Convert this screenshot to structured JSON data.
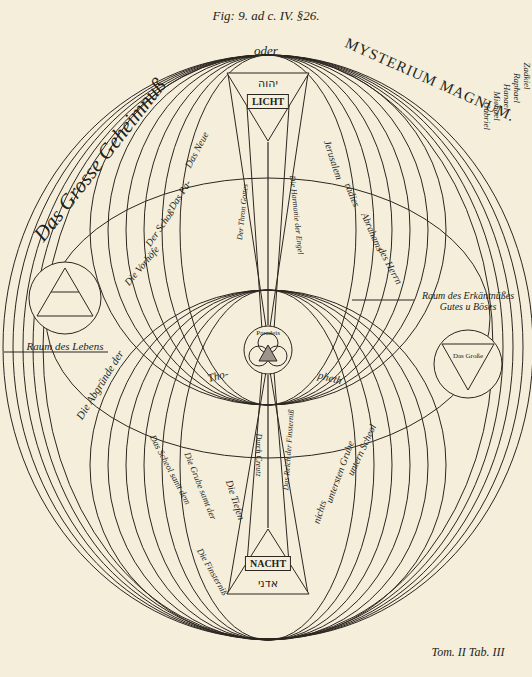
{
  "diagram": {
    "title": "Fig: 9. ad c. IV. §26.",
    "caption": "Tom. II Tab. III",
    "nodes": [
      {
        "text": [
          "יהוה",
          "LICHT"
        ]
      },
      {
        "text": [
          "Paradeis"
        ]
      },
      {
        "text": [
          "NACHT",
          "אדני"
        ]
      },
      {
        "text": [
          "Raum des Lebens"
        ]
      },
      {
        "text": [
          "Raum des Erkäntnüßes Gutes u Böses",
          "Das Große"
        ]
      }
    ],
    "edges": [
      {
        "from": 0,
        "to": 1,
        "arrow": "none"
      },
      {
        "from": 2,
        "to": 1,
        "arrow": "none"
      }
    ],
    "labels": [
      "Das Grosse Geheimnuß",
      "oder",
      "MYSTERIUM MAGNUM.",
      "Das Neue",
      "Jerusalem",
      "Das Pa-",
      "radies",
      "Der Schoß",
      "Abrahams",
      "Die Vorhöfe",
      "des Herrn",
      "Die Abgründe der",
      "Tho-",
      "pheth",
      "Das Scheol samt dem",
      "untern Scheol",
      "Die Grube samt der",
      "untersten Grube",
      "Die Tiefen",
      "nichts",
      "Die Finsterniß",
      "Der Thron Gottes",
      "Die Harmonie der Engel",
      "Durch Creutz",
      "Das Reich der Finsterniß",
      "Gabriel",
      "Michael",
      "Hanael",
      "Raphael",
      "Zadkiel"
    ]
  }
}
